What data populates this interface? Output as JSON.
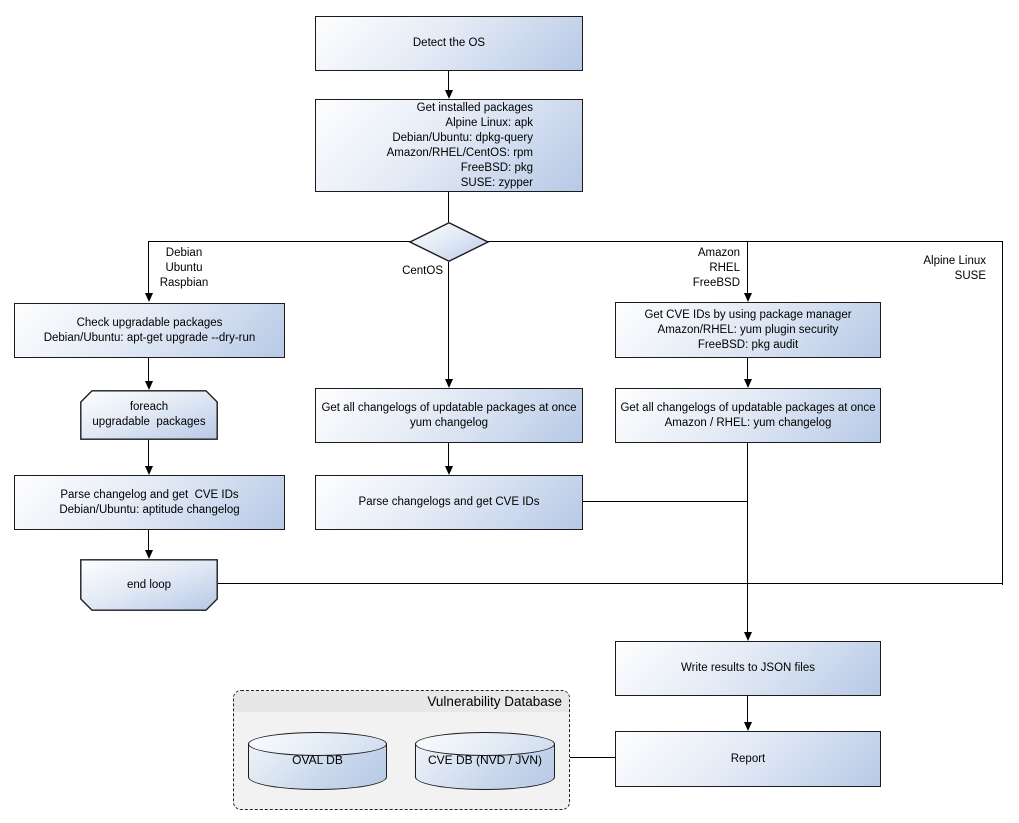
{
  "nodes": {
    "detect_os": "Detect the OS",
    "get_installed_packages": "Get installed packages\nAlpine Linux: apk\nDebian/Ubuntu: dpkg-query\nAmazon/RHEL/CentOS: rpm\nFreeBSD: pkg\nSUSE: zypper",
    "check_upgradable": "Check upgradable packages\nDebian/Ubuntu: apt-get upgrade --dry-run",
    "foreach_loop": "foreach\nupgradable  packages",
    "parse_changelog_debian": "Parse changelog and get  CVE IDs\nDebian/Ubuntu: aptitude changelog",
    "end_loop": "end loop",
    "changelogs_centos": "Get all changelogs of updatable packages at once\nyum changelog",
    "parse_changelogs_centos": "Parse changelogs and get CVE IDs",
    "get_cve_ids_pkg_manager": "Get CVE IDs by using package manager\nAmazon/RHEL: yum plugin security\nFreeBSD: pkg audit",
    "changelogs_amazon_rhel": "Get all changelogs of updatable packages at once\nAmazon / RHEL: yum changelog",
    "write_results": "Write results to JSON files",
    "report": "Report"
  },
  "branch_labels": {
    "debian": "Debian\nUbuntu\nRaspbian",
    "centos": "CentOS",
    "amazon": "Amazon\nRHEL\nFreeBSD",
    "alpine": "Alpine Linux\nSUSE"
  },
  "database": {
    "title": "Vulnerability Database",
    "cylinders": [
      {
        "label": "OVAL DB"
      },
      {
        "label": "CVE DB (NVD / JVN)"
      }
    ]
  },
  "colors": {
    "node_gradient_start": "#fdfefe",
    "node_gradient_end": "#b7c9e6",
    "node_border": "#1b1b1b",
    "connector": "#000000",
    "container_fill": "#f2f2f2",
    "container_band": "#e7e7e7"
  }
}
